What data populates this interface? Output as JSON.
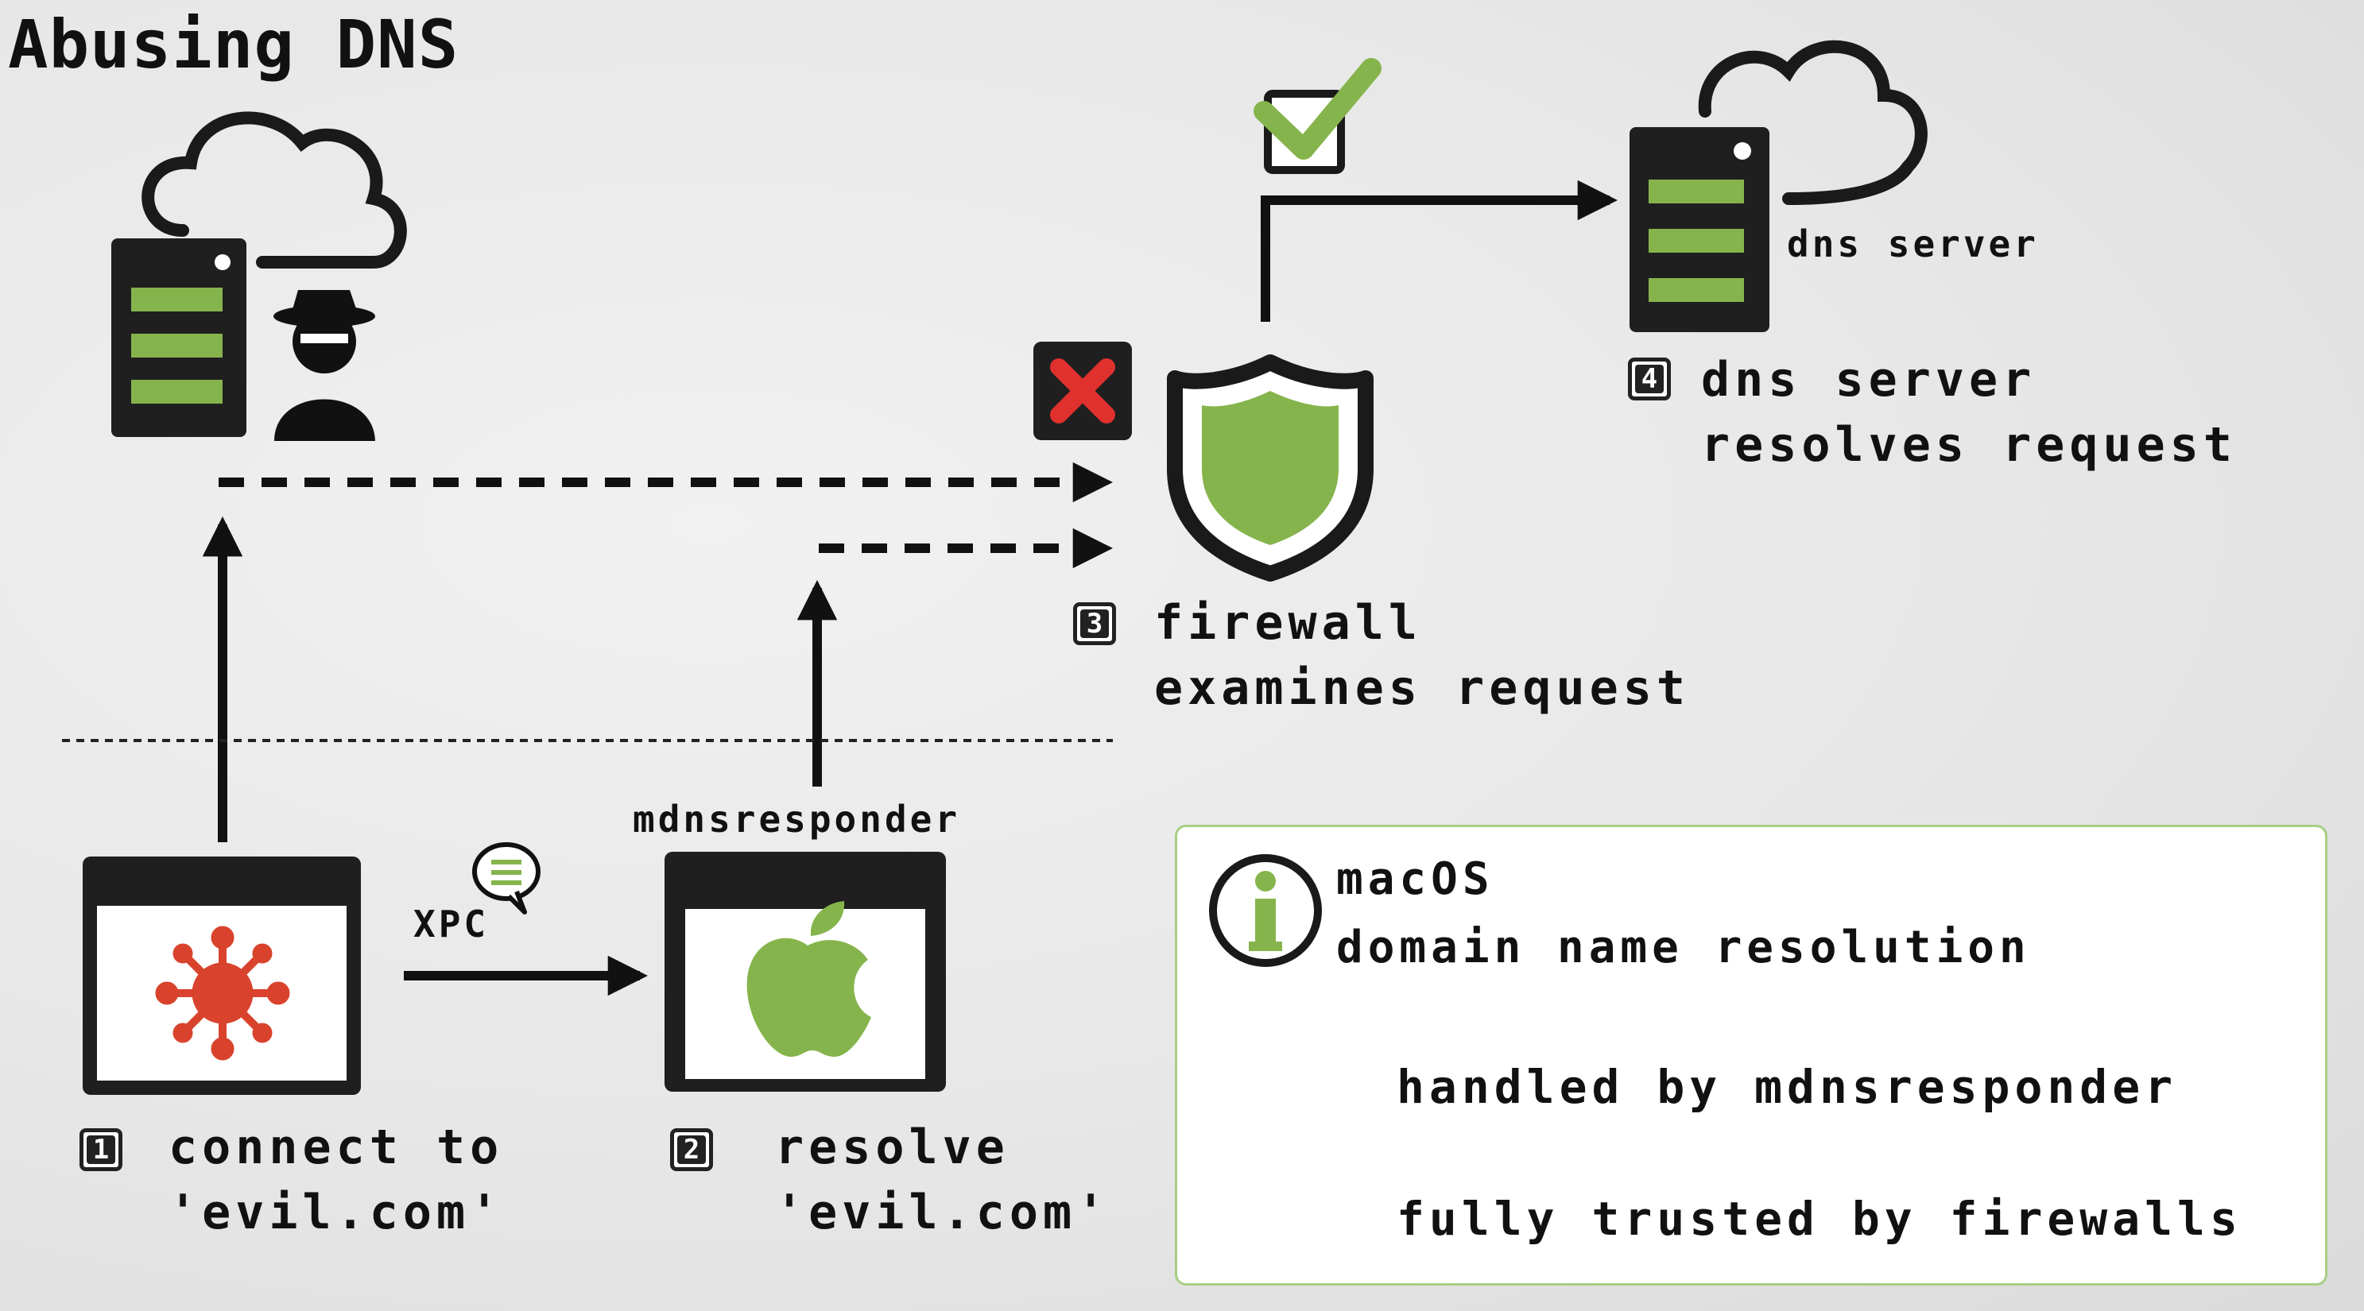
{
  "title": "Abusing DNS",
  "steps": [
    {
      "num": "1",
      "line1": "connect to",
      "line2": "'evil.com'"
    },
    {
      "num": "2",
      "line1": "resolve",
      "line2": "'evil.com'"
    },
    {
      "num": "3",
      "line1": "firewall",
      "line2": "examines request"
    },
    {
      "num": "4",
      "line1": "dns server",
      "line2": "resolves request"
    }
  ],
  "labels": {
    "xpc": "XPC",
    "mdnsresponder": "mdnsresponder",
    "dns_server": "dns server"
  },
  "info": {
    "icon": "info-icon",
    "heading1": "macOS",
    "heading2": "domain name resolution",
    "point1": "handled by mdnsresponder",
    "point2": "fully trusted by firewalls"
  },
  "colors": {
    "accent_green": "#86b44c",
    "malware_red": "#d9432d",
    "block_red": "#e0312e",
    "dark": "#222222"
  },
  "icons": [
    "cloud-icon",
    "server-icon",
    "hacker-icon",
    "malware-icon",
    "apple-icon",
    "shield-icon",
    "checkmark-icon",
    "x-mark-icon",
    "speech-bubble-icon"
  ]
}
